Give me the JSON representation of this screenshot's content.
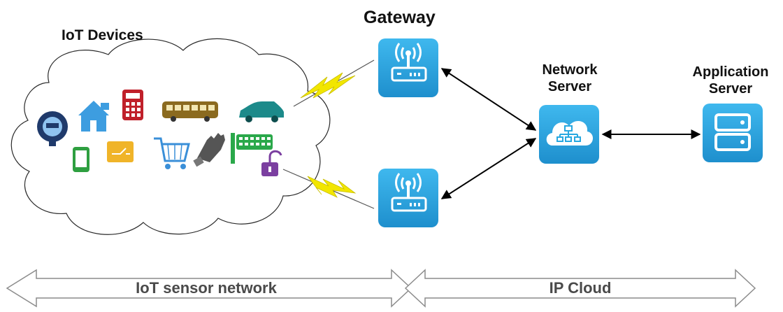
{
  "labels": {
    "iot_devices": "IoT Devices",
    "gateway": "Gateway",
    "network_server_line1": "Network",
    "network_server_line2": "Server",
    "application_server_line1": "Application",
    "application_server_line2": "Server"
  },
  "bands": {
    "left": "IoT sensor network",
    "right": "IP Cloud"
  },
  "icons": {
    "gateway": "wifi-router-icon",
    "network_server": "cloud-network-icon",
    "application_server": "server-rack-icon",
    "devices": [
      "water-meter-icon",
      "smart-home-icon",
      "calculator-icon",
      "bus-icon",
      "car-icon",
      "smartphone-icon",
      "switch-icon",
      "shopping-cart-icon",
      "glove-icon",
      "keyboard-icon",
      "padlock-icon"
    ]
  },
  "colors": {
    "icon_tile": "#27a8e0",
    "lightning": "#f2e600",
    "arrow": "#000000",
    "band_outline": "#8c8c8c",
    "text": "#111111"
  }
}
